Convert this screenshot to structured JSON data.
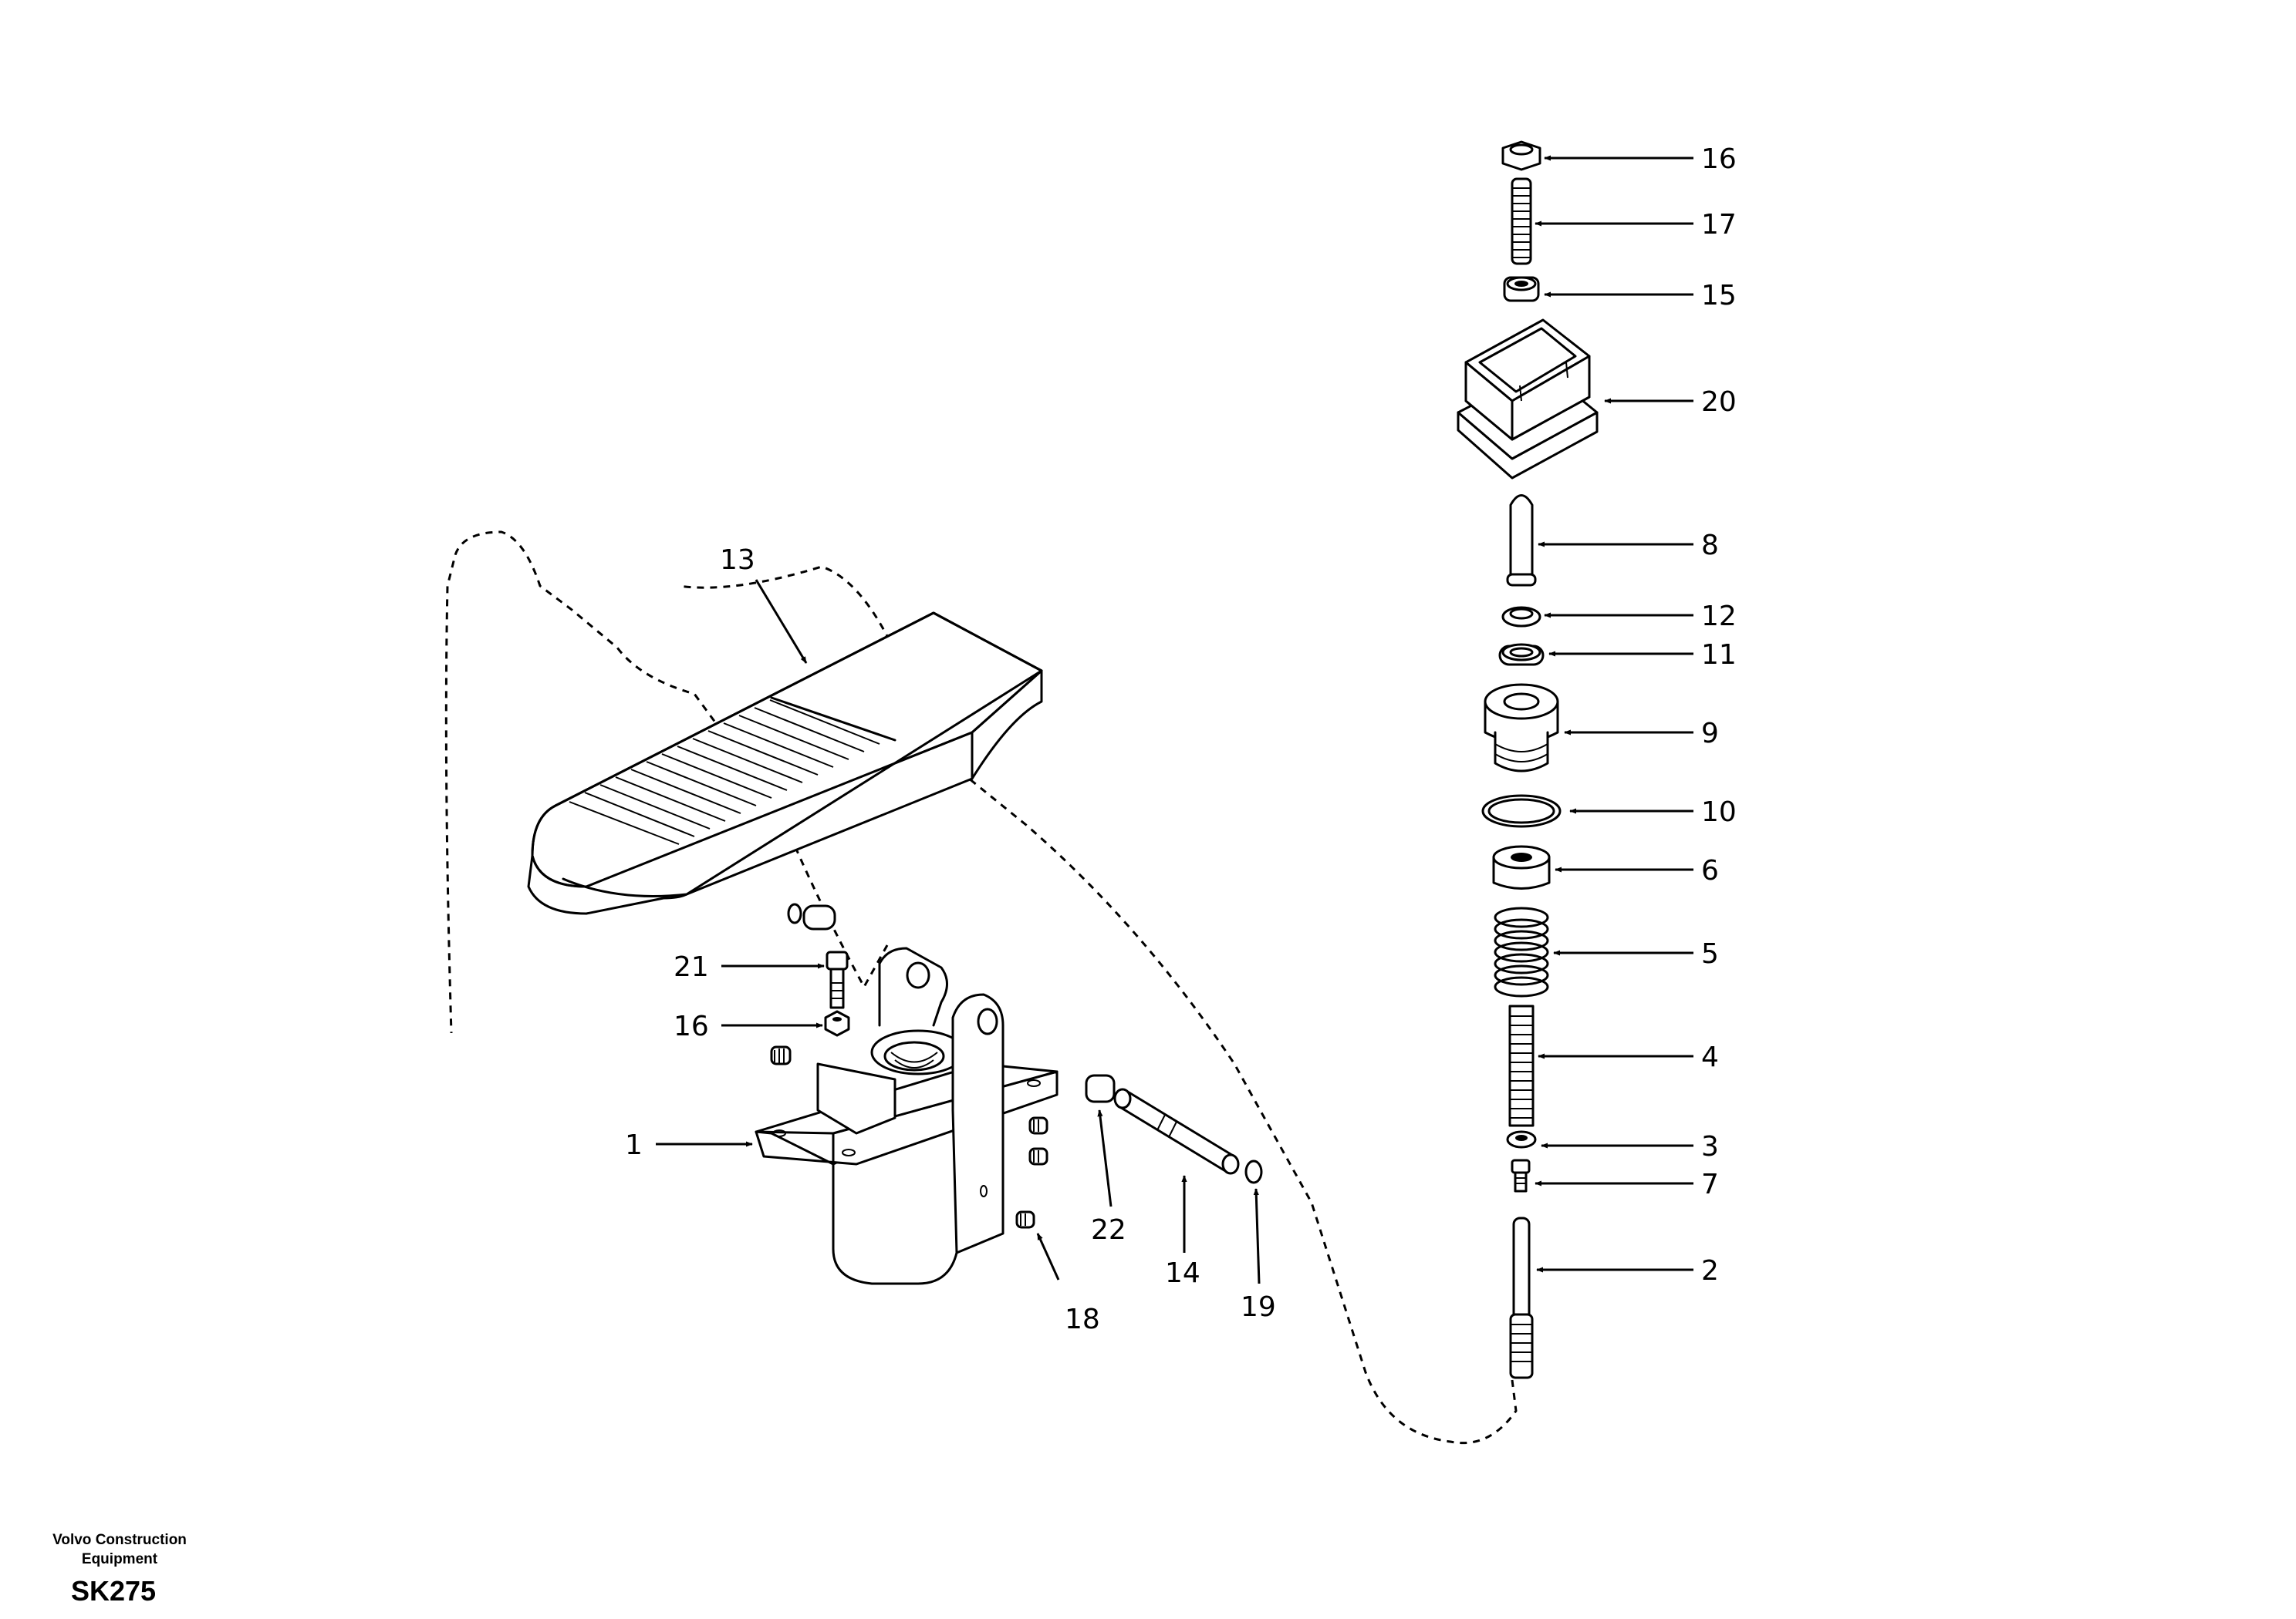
{
  "callouts": [
    {
      "id": "16",
      "label": "16"
    },
    {
      "id": "17",
      "label": "17"
    },
    {
      "id": "15",
      "label": "15"
    },
    {
      "id": "20",
      "label": "20"
    },
    {
      "id": "8",
      "label": "8"
    },
    {
      "id": "12",
      "label": "12"
    },
    {
      "id": "11",
      "label": "11"
    },
    {
      "id": "9",
      "label": "9"
    },
    {
      "id": "10",
      "label": "10"
    },
    {
      "id": "6",
      "label": "6"
    },
    {
      "id": "5",
      "label": "5"
    },
    {
      "id": "4",
      "label": "4"
    },
    {
      "id": "3",
      "label": "3"
    },
    {
      "id": "7",
      "label": "7"
    },
    {
      "id": "2",
      "label": "2"
    },
    {
      "id": "13",
      "label": "13"
    },
    {
      "id": "21",
      "label": "21"
    },
    {
      "id": "16b",
      "label": "16"
    },
    {
      "id": "1",
      "label": "1"
    },
    {
      "id": "22",
      "label": "22"
    },
    {
      "id": "14",
      "label": "14"
    },
    {
      "id": "19",
      "label": "19"
    },
    {
      "id": "18",
      "label": "18"
    }
  ],
  "footer": {
    "company_line1": "Volvo Construction",
    "company_line2": "Equipment",
    "model": "SK275"
  }
}
